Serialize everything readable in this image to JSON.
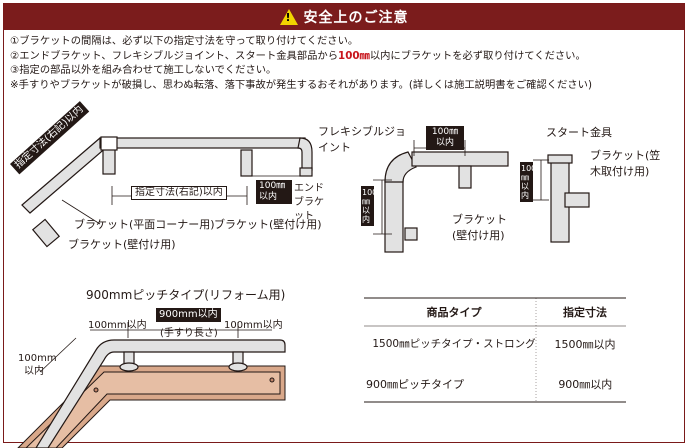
{
  "header": {
    "warning_icon": "exclamation-triangle-icon",
    "warning_mark": "!",
    "title": "安全上のご注意"
  },
  "notes": {
    "line1": "①ブラケットの間隔は、必ず以下の指定寸法を守って取り付けてください。",
    "line2_before": "②エンドブラケット、フレキシブルジョイント、スタート金具部品から",
    "line2_highlight": "100㎜",
    "line2_after": "以内にブラケットを必ず取り付けてください。",
    "line3": "③指定の部品以外を組み合わせて施工しないでください。",
    "line4": "※手すりやブラケットが破損し、思わぬ転落、落下事故が発生するおそれがあります。(詳しくは施工説明書をご確認ください)"
  },
  "diagram1": {
    "dim_diag": "指定寸法(右記)以内",
    "dim_horizontal": "指定寸法(右記)以内",
    "dim_100": "100㎜以内",
    "end_bracket": "エンドブラケット",
    "bracket_corner": "ブラケット(平面コーナー用)",
    "bracket_wall_right": "ブラケット(壁付け用)",
    "bracket_wall_left": "ブラケット(壁付け用)"
  },
  "diagram2": {
    "flexible_joint": "フレキシブルジョイント",
    "dim_top": "100㎜以内",
    "dim_side": "100㎜以内",
    "bracket": "ブラケット(壁付け用)"
  },
  "diagram3": {
    "start_fitting": "スタート金具",
    "dim_side": "100㎜以内",
    "bracket": "ブラケット(笠木取付け用)"
  },
  "pitch_diagram": {
    "title": "900mmピッチタイプ(リフォーム用)",
    "dim_left": "100mm以内",
    "dim_center": "900mm以内",
    "dim_center_sub": "(手すり長さ)",
    "dim_right": "100mm以内",
    "dim_corner": "100mm以内"
  },
  "table": {
    "headers": [
      "商品タイプ",
      "指定寸法"
    ],
    "rows": [
      [
        "1500㎜ピッチタイプ・ストロング",
        "1500㎜以内"
      ],
      [
        "900㎜ピッチタイプ",
        "900㎜以内"
      ]
    ]
  },
  "colors": {
    "header_bg": "#7b1c1c",
    "warning_yellow": "#f2d400",
    "highlight_red": "#c8161d",
    "rail_gray": "#e2e2e2",
    "wood": "#d9a88a"
  }
}
